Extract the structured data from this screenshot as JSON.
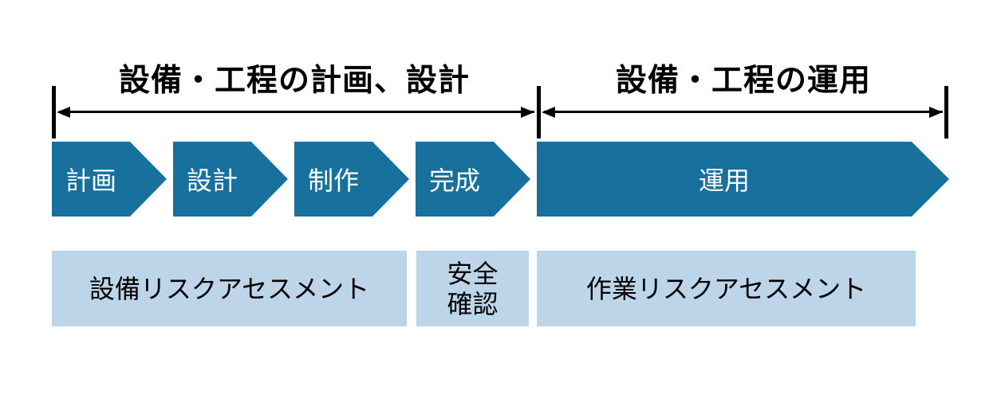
{
  "diagram": {
    "phase_spans": {
      "left_label": "設備・工程の計画、設計",
      "right_label": "設備・工程の運用"
    },
    "steps": [
      {
        "label": "計画"
      },
      {
        "label": "設計"
      },
      {
        "label": "制作"
      },
      {
        "label": "完成"
      },
      {
        "label": "運用"
      }
    ],
    "assessments": [
      {
        "label": "設備リスクアセスメント"
      },
      {
        "label": "安全\n確認"
      },
      {
        "label": "作業リスクアセスメント"
      }
    ],
    "colors": {
      "step_fill": "#17719c",
      "assessment_fill": "#bcd5e8",
      "step_text": "#ffffff",
      "text": "#000000"
    }
  }
}
